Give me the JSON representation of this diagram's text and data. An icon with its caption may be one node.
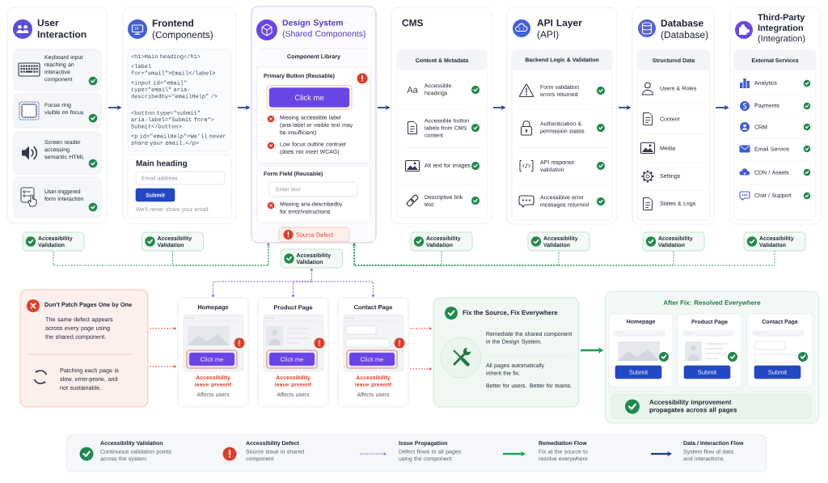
{
  "diagram": {
    "nodes": [
      {
        "text": [
          "User Interaction"
        ]
      },
      {
        "text": [
          "Keyboard input reaching an interactive component"
        ],
        "in": 0
      },
      {
        "text": [
          "Focus ring visible on focus"
        ],
        "in": 0
      },
      {
        "text": [
          "Screen reader accessing semantic HTML"
        ],
        "in": 0
      },
      {
        "text": [
          "User-triggered form interaction"
        ],
        "in": 0
      },
      {
        "text": [
          "**Frontend** (Components)"
        ]
      },
      {
        "text": [
          "<h1>Main heading</h1>",
          "<label for=\"email\">Email</label>",
          "<input id=\"email\" type=\"email\" aria-describedby=\"emailHelp\" />",
          "<button type=\"submit\" aria-label=\"Submit form\"> Submit</button>",
          "<p id=\"emailHelp\">We'll never share your email.</p>"
        ],
        "in": 5
      },
      {
        "text": [
          "Main heading",
          "We'll never share your email."
        ],
        "in": 5
      },
      {
        "text": [
          "Email address"
        ],
        "in": 7
      },
      {
        "text": [
          "Submit"
        ],
        "in": 7
      },
      {
        "text": [
          "**Design System** (Shared Components)",
          "Component Library"
        ]
      },
      {
        "text": [
          "Primary Button (Reusable)",
          "Missing accessible label (aria-label or visible text may be insufficient)",
          "Low focus outline contrast (does not meet WCAG)"
        ],
        "in": 10
      },
      {
        "text": [
          "Click me"
        ],
        "in": 11
      },
      {
        "text": [
          "Form Field (Reusable)",
          "Missing aria-describedby for error/instructions"
        ],
        "in": 10
      },
      {
        "text": [
          "Enter text"
        ],
        "in": 13
      },
      {
        "text": [
          "Source Defect"
        ],
        "in": 10
      },
      {
        "text": [
          "CMS"
        ]
      },
      {
        "text": [
          "Content & Metadata",
          "Accessible headings",
          "Accessible button labels from CMS content",
          "Alt text for images",
          "Descriptive link text"
        ],
        "in": 16
      },
      {
        "text": [
          "**API Layer** (API)"
        ]
      },
      {
        "text": [
          "Backend Logic & Validation",
          "Form validation errors returned",
          "Authentication & permission states",
          "API response validation",
          "Accessibive error messages returned"
        ],
        "in": 18
      },
      {
        "text": [
          "**Database** (Database)"
        ]
      },
      {
        "text": [
          "Structured Data",
          "Users & Roles",
          "Content",
          "Media",
          "Settings",
          "States & Logs"
        ],
        "in": 20
      },
      {
        "text": [
          "**Third-Party Integration** (Integration)"
        ]
      },
      {
        "text": [
          "External Services",
          "Analytics",
          "Payments",
          "CRM",
          "Email Service",
          "CDN / Assets",
          "Chat / Support"
        ],
        "in": 22
      },
      {
        "text": [
          "Accessibility Validation"
        ]
      },
      {
        "text": [
          "Accessibility Validation"
        ]
      },
      {
        "text": [
          "Accessibility Validation"
        ]
      },
      {
        "text": [
          "Accessibility Validation"
        ]
      },
      {
        "text": [
          "Accessibility Validation"
        ]
      },
      {
        "text": [
          "Accessibility Validation"
        ]
      },
      {
        "text": [
          "Accessibility Validation"
        ]
      },
      {
        "text": [
          "Don’t Patch Pages One by One",
          "The same defect appears across every page using the shared component.",
          "Patching each page is slow, error-prone, and not sustainable."
        ]
      },
      {
        "text": [
          "Homepage",
          "Accessibility issue present",
          "Affects users"
        ]
      },
      {
        "text": [
          "Click me"
        ],
        "in": 32
      },
      {
        "text": [
          "Product Page",
          "Accessibility issue present",
          "Affects users"
        ]
      },
      {
        "text": [
          "Click me"
        ],
        "in": 34
      },
      {
        "text": [
          "Contact Page",
          "Accessibility issue present",
          "Affects users"
        ]
      },
      {
        "text": [
          "Click me"
        ],
        "in": 36
      },
      {
        "text": [
          "Fix the Source, Fix Everywhere",
          "Remediate the shared component in the Design System.",
          "All pages automatically inherit the fix.",
          "Better for users. Better for teams."
        ]
      },
      {
        "text": [
          "After Fix: Resolved Everywhere"
        ]
      },
      {
        "text": [
          "Homepage"
        ],
        "in": 39
      },
      {
        "text": [
          "Submit"
        ],
        "in": 40
      },
      {
        "text": [
          "Product Page"
        ],
        "in": 39
      },
      {
        "text": [
          "Submit"
        ],
        "in": 42
      },
      {
        "text": [
          "Contact Page"
        ],
        "in": 39
      },
      {
        "text": [
          "Submit"
        ],
        "in": 44
      },
      {
        "text": [
          "Accessibility improvement propagates across all pages"
        ],
        "in": 39
      }
    ],
    "edges": [
      {
        "from": 0,
        "to": 5,
        "arrow": "to"
      },
      {
        "from": 5,
        "to": 10,
        "arrow": "to"
      },
      {
        "from": 10,
        "to": 16,
        "arrow": "to"
      },
      {
        "from": 16,
        "to": 18,
        "arrow": "to"
      },
      {
        "from": 18,
        "to": 20,
        "arrow": "to"
      },
      {
        "from": 20,
        "to": 22,
        "arrow": "to"
      },
      {
        "from": 24,
        "to": 10,
        "arrow": "to",
        "style": "dashed",
        "color": "#2e9e5b"
      },
      {
        "from": 25,
        "to": 10,
        "arrow": "to",
        "style": "dashed",
        "color": "#2e9e5b"
      },
      {
        "from": 27,
        "to": 10,
        "arrow": "to",
        "style": "dashed",
        "color": "#2e9e5b"
      },
      {
        "from": 28,
        "to": 10,
        "arrow": "to",
        "style": "dashed",
        "color": "#2e9e5b"
      },
      {
        "from": 29,
        "to": 10,
        "arrow": "to",
        "style": "dashed",
        "color": "#2e9e5b"
      },
      {
        "from": 30,
        "to": 10,
        "arrow": "to",
        "style": "dashed",
        "color": "#2e9e5b"
      },
      {
        "from": 26,
        "to": 32,
        "arrow": "both",
        "style": "dashed",
        "color": "#7c4ddb"
      },
      {
        "from": 26,
        "to": 34,
        "arrow": "both",
        "style": "dashed",
        "color": "#7c4ddb"
      },
      {
        "from": 26,
        "to": 36,
        "arrow": "both",
        "style": "dashed",
        "color": "#7c4ddb"
      },
      {
        "from": 31,
        "to": 32,
        "arrow": "to",
        "style": "dashed",
        "color": "#e0452f"
      },
      {
        "from": 31,
        "to": 32,
        "arrow": "to",
        "style": "dashed",
        "color": "#e0452f"
      },
      {
        "from": 36,
        "to": 38,
        "arrow": "to",
        "style": "dashed",
        "color": "#e0452f"
      },
      {
        "from": 36,
        "to": 38,
        "arrow": "to",
        "style": "dashed",
        "color": "#e0452f"
      },
      {
        "from": 38,
        "to": 39,
        "arrow": "to",
        "style": "thick",
        "color": "#1f9d55"
      }
    ],
    "labels": [
      "Aa",
      "Continuous validation points across the system",
      "Source issue in shared component",
      "Defect flows to all pages using the component",
      "Fix at the source to resolve everywhere",
      "System flow of data and interactions"
    ],
    "legend": [
      {
        "text": "Accessibility Validation"
      },
      {
        "text": "Accessibility Defect"
      },
      {
        "text": "Issue Propagation"
      },
      {
        "text": "Remediation Flow"
      },
      {
        "text": "Data / Interaction Flow"
      }
    ]
  }
}
